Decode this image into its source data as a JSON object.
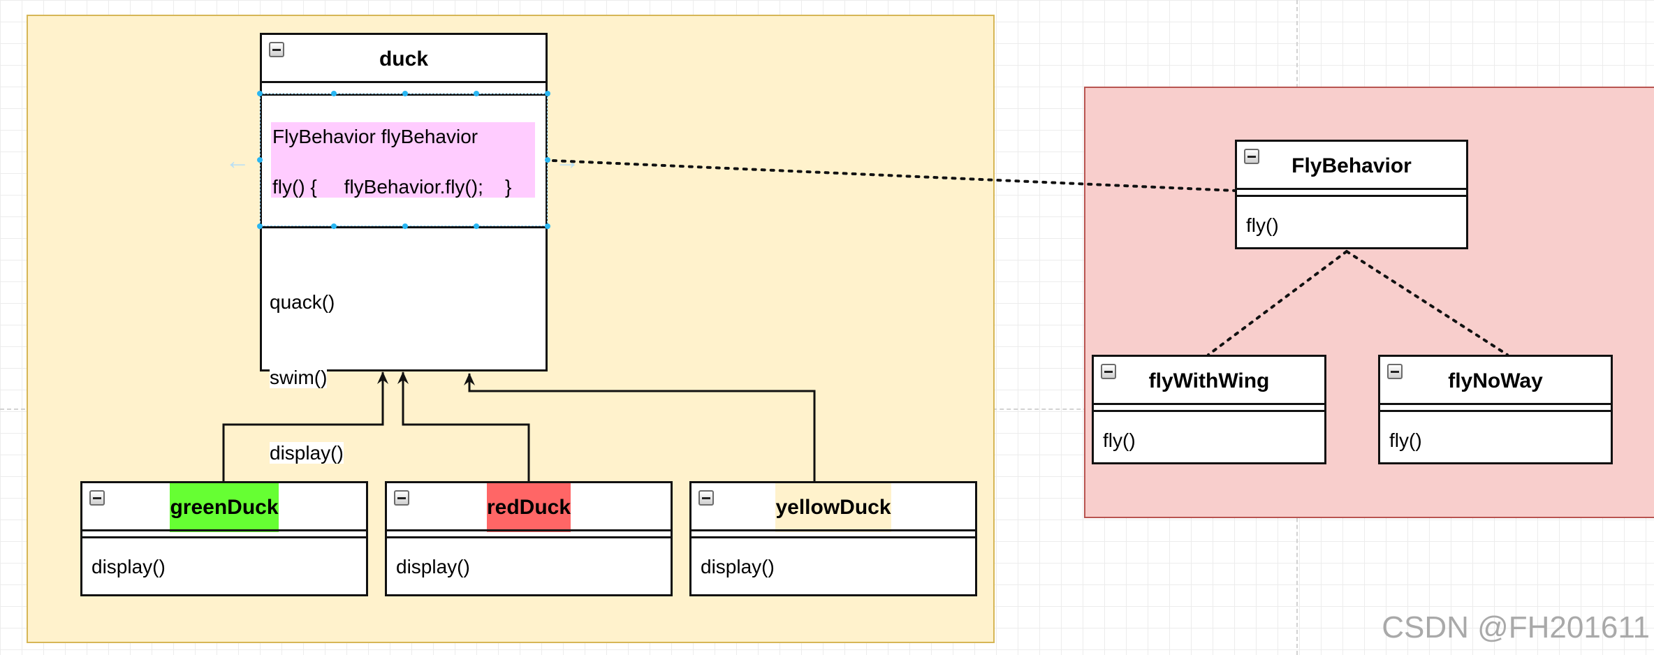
{
  "duck": {
    "name": "duck",
    "field_line": "FlyBehavior flyBehavior",
    "fly_line": "fly() {     flyBehavior.fly();    }",
    "methods": [
      "quack()",
      "swim()",
      "display()"
    ]
  },
  "subclasses": [
    {
      "name": "greenDuck",
      "highlight": "#66ff33",
      "method": "display()"
    },
    {
      "name": "redDuck",
      "highlight": "#ff6666",
      "method": "display()"
    },
    {
      "name": "yellowDuck",
      "highlight": "#fff2cc",
      "method": "display()"
    }
  ],
  "fly_interface": {
    "name": "FlyBehavior",
    "method": "fly()"
  },
  "fly_impls": [
    {
      "name": "flyWithWing",
      "method": "fly()"
    },
    {
      "name": "flyNoWay",
      "method": "fly()"
    }
  ],
  "watermark": "CSDN @FH201611",
  "colors": {
    "left_container_fill": "#fff2cc",
    "left_container_border": "#d6b656",
    "right_container_fill": "#f8cecc",
    "right_container_border": "#b85450",
    "duck_highlight": "#ffccff"
  }
}
